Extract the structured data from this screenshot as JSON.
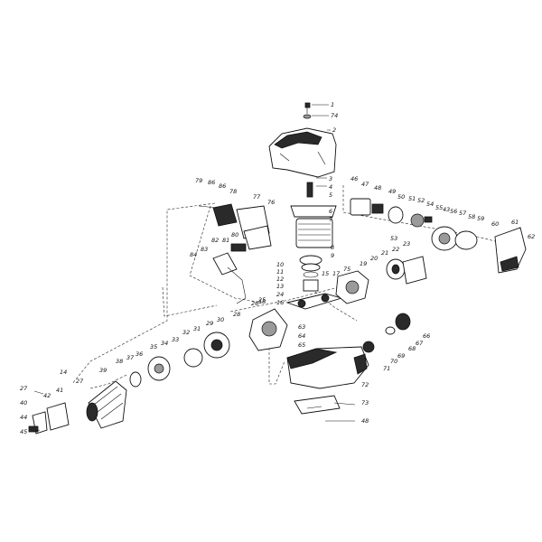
{
  "diagram": {
    "callouts": [
      "1",
      "74",
      "2",
      "3",
      "4",
      "5",
      "6",
      "7",
      "8",
      "9",
      "10",
      "11",
      "12",
      "13",
      "14",
      "15",
      "16",
      "17",
      "18",
      "19",
      "20",
      "21",
      "22",
      "23",
      "24",
      "25",
      "26",
      "27",
      "27",
      "28",
      "29",
      "30",
      "31",
      "32",
      "33",
      "34",
      "35",
      "36",
      "37",
      "38",
      "39",
      "40",
      "41",
      "42",
      "43",
      "44",
      "45",
      "46",
      "47",
      "48",
      "48",
      "49",
      "50",
      "51",
      "52",
      "53",
      "54",
      "55",
      "56",
      "57",
      "58",
      "59",
      "60",
      "61",
      "62",
      "63",
      "64",
      "65",
      "66",
      "67",
      "68",
      "69",
      "70",
      "71",
      "72",
      "73",
      "75",
      "76",
      "77",
      "78",
      "79",
      "80",
      "81",
      "82",
      "83",
      "84",
      "86",
      "86"
    ]
  }
}
